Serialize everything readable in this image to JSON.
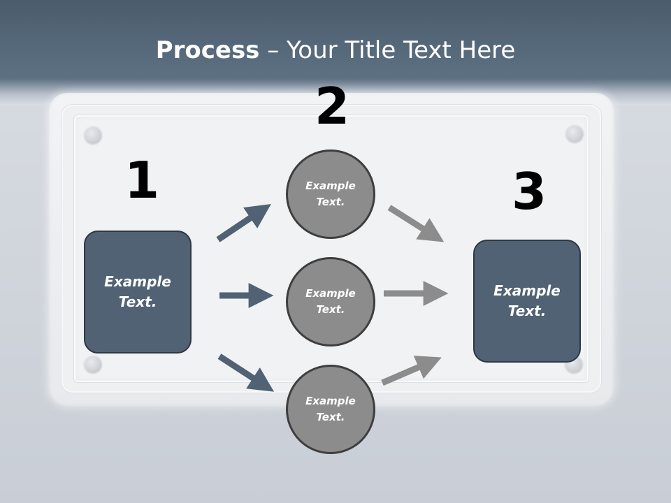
{
  "title": {
    "bold": "Process",
    "rest": " – Your Title Text Here"
  },
  "steps": [
    {
      "number": "1",
      "label": "Example\nText."
    },
    {
      "number": "2",
      "labels": [
        "Example\nText.",
        "Example\nText.",
        "Example\nText."
      ]
    },
    {
      "number": "3",
      "label": "Example\nText."
    }
  ],
  "colors": {
    "box": "#506273",
    "circle": "#8c8c8c",
    "arrow_in": "#506273",
    "arrow_out": "#8c8c8c"
  }
}
